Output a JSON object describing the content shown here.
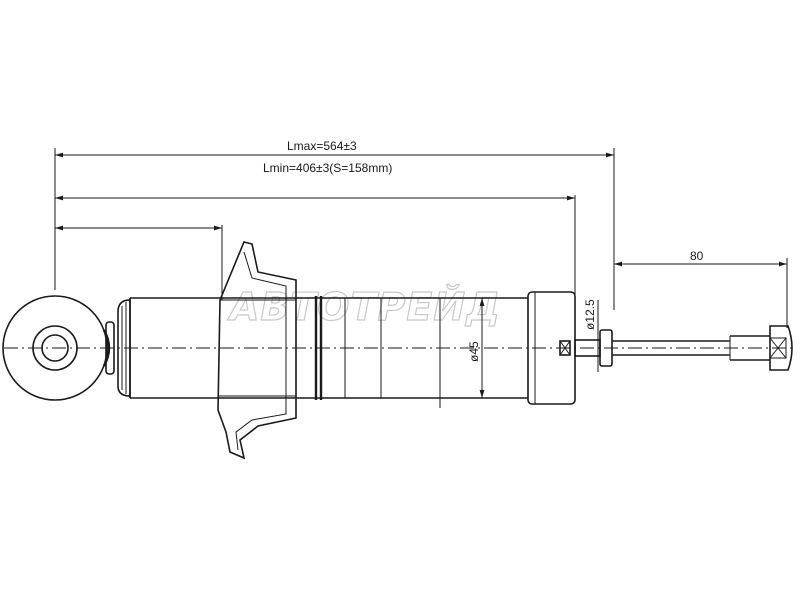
{
  "dimensions": {
    "lmax": "Lmax=564±3",
    "lmin": "Lmin=406±3(S=158mm)",
    "rod_length": "80",
    "rod_diameter": "ø12.5",
    "body_diameter": "ø45"
  },
  "watermark": "АВТОТРЕЙД",
  "colors": {
    "line": "#1a1a1a",
    "watermark_outline": "#c8c8c8"
  }
}
